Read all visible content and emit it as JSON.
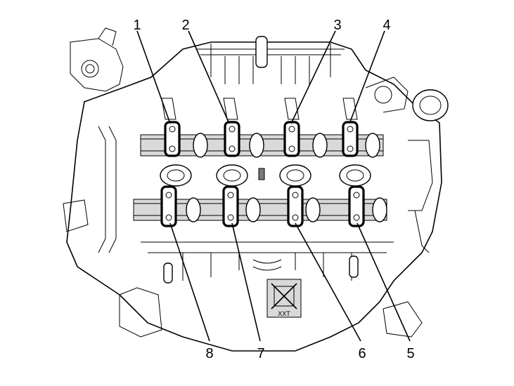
{
  "diagram": {
    "callouts_top": [
      "1",
      "2",
      "3",
      "4"
    ],
    "callouts_bottom": [
      "8",
      "7",
      "6",
      "5"
    ],
    "stamp_text": "XXT"
  },
  "colors": {
    "line": "#000000",
    "background": "#ffffff",
    "shade": "#d9d9d9"
  }
}
